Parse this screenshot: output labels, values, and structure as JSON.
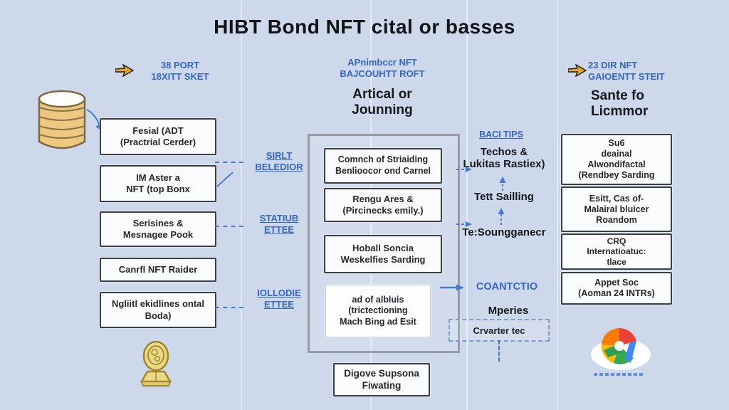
{
  "title": "HIBT Bond NFT cital or basses",
  "annotations": {
    "top_left": {
      "label": "38 PORT\n18XITT SKET"
    },
    "top_center": {
      "blue": "APnimbccr NFT\nBAJCOUHTT ROFT",
      "black": "Artical or\nJounning"
    },
    "top_right": {
      "blue": "23 DIR NFT\nGAIOENTT STEIT",
      "black": "Sante fo\nLicmmor"
    }
  },
  "left_column": {
    "boxes": [
      {
        "text": "Fesial (ADT\n(Practrial Cerder)"
      },
      {
        "text": "IM Aster a\nNFT (top Bonx"
      },
      {
        "text": "Serisines &\nMesnagee Pook"
      },
      {
        "text": "Canrfl NFT Raider"
      },
      {
        "text": "Ngliitl ekidlines ontal\nBoda)"
      }
    ],
    "blue_labels": [
      {
        "text": "SIRLT\nBELEDIOR"
      },
      {
        "text": "STATIUB\nETTEE"
      },
      {
        "text": "IOLLODIE\nETTEE"
      }
    ]
  },
  "middle_panel": {
    "boxes": [
      {
        "text": "Comnch of Striaiding\nBenlioocor ond Carnel"
      },
      {
        "text": "Rengu Ares &\n(Pircinecks emily.)"
      },
      {
        "text": "Hoball Soncia\nWeskelfies Sarding"
      },
      {
        "text": "ad of albluis\n(trictectioning\nMach Bing ad Esit"
      }
    ]
  },
  "flow_column": {
    "header": "BACI TIPS",
    "steps": [
      {
        "text": "Techos &\nLukitas Rastiex)"
      },
      {
        "text": "Tett Sailling"
      },
      {
        "text": "Te:Soungganecr"
      }
    ],
    "blue_label": "COANTCTIO",
    "label": "Mperies",
    "dashed_box": "Crvarter tec"
  },
  "right_column": {
    "boxes": [
      {
        "text": "Su6\ndeainal\nAlwondifactal\n(Rendbey Sarding"
      },
      {
        "text": "Esitt, Cas of-\nMalairal bluicer\nRoandom"
      },
      {
        "text": "CRQ\nInternatioatuc:\ntlace"
      },
      {
        "text": "Appet Soc\n(Aoman 24 INTRs)"
      }
    ]
  },
  "bottom": {
    "box": "Digove Supsona\nFiwating"
  },
  "icons": {
    "coin_stack": "coin-stack-icon",
    "yellow_arrow": "yellow-arrow-icon",
    "trophy": "gold-trophy-icon",
    "logo": "multicolor-swirl-logo"
  },
  "colors": {
    "background": "#cdd9eb",
    "blue_text": "#3566c2",
    "box_border": "#3b3e43",
    "panel_border": "#969ca4",
    "gold": "#eac87d",
    "logo_red": "#ea4335",
    "logo_orange": "#f9a825",
    "logo_green": "#34a853",
    "logo_blue": "#4285f4"
  }
}
